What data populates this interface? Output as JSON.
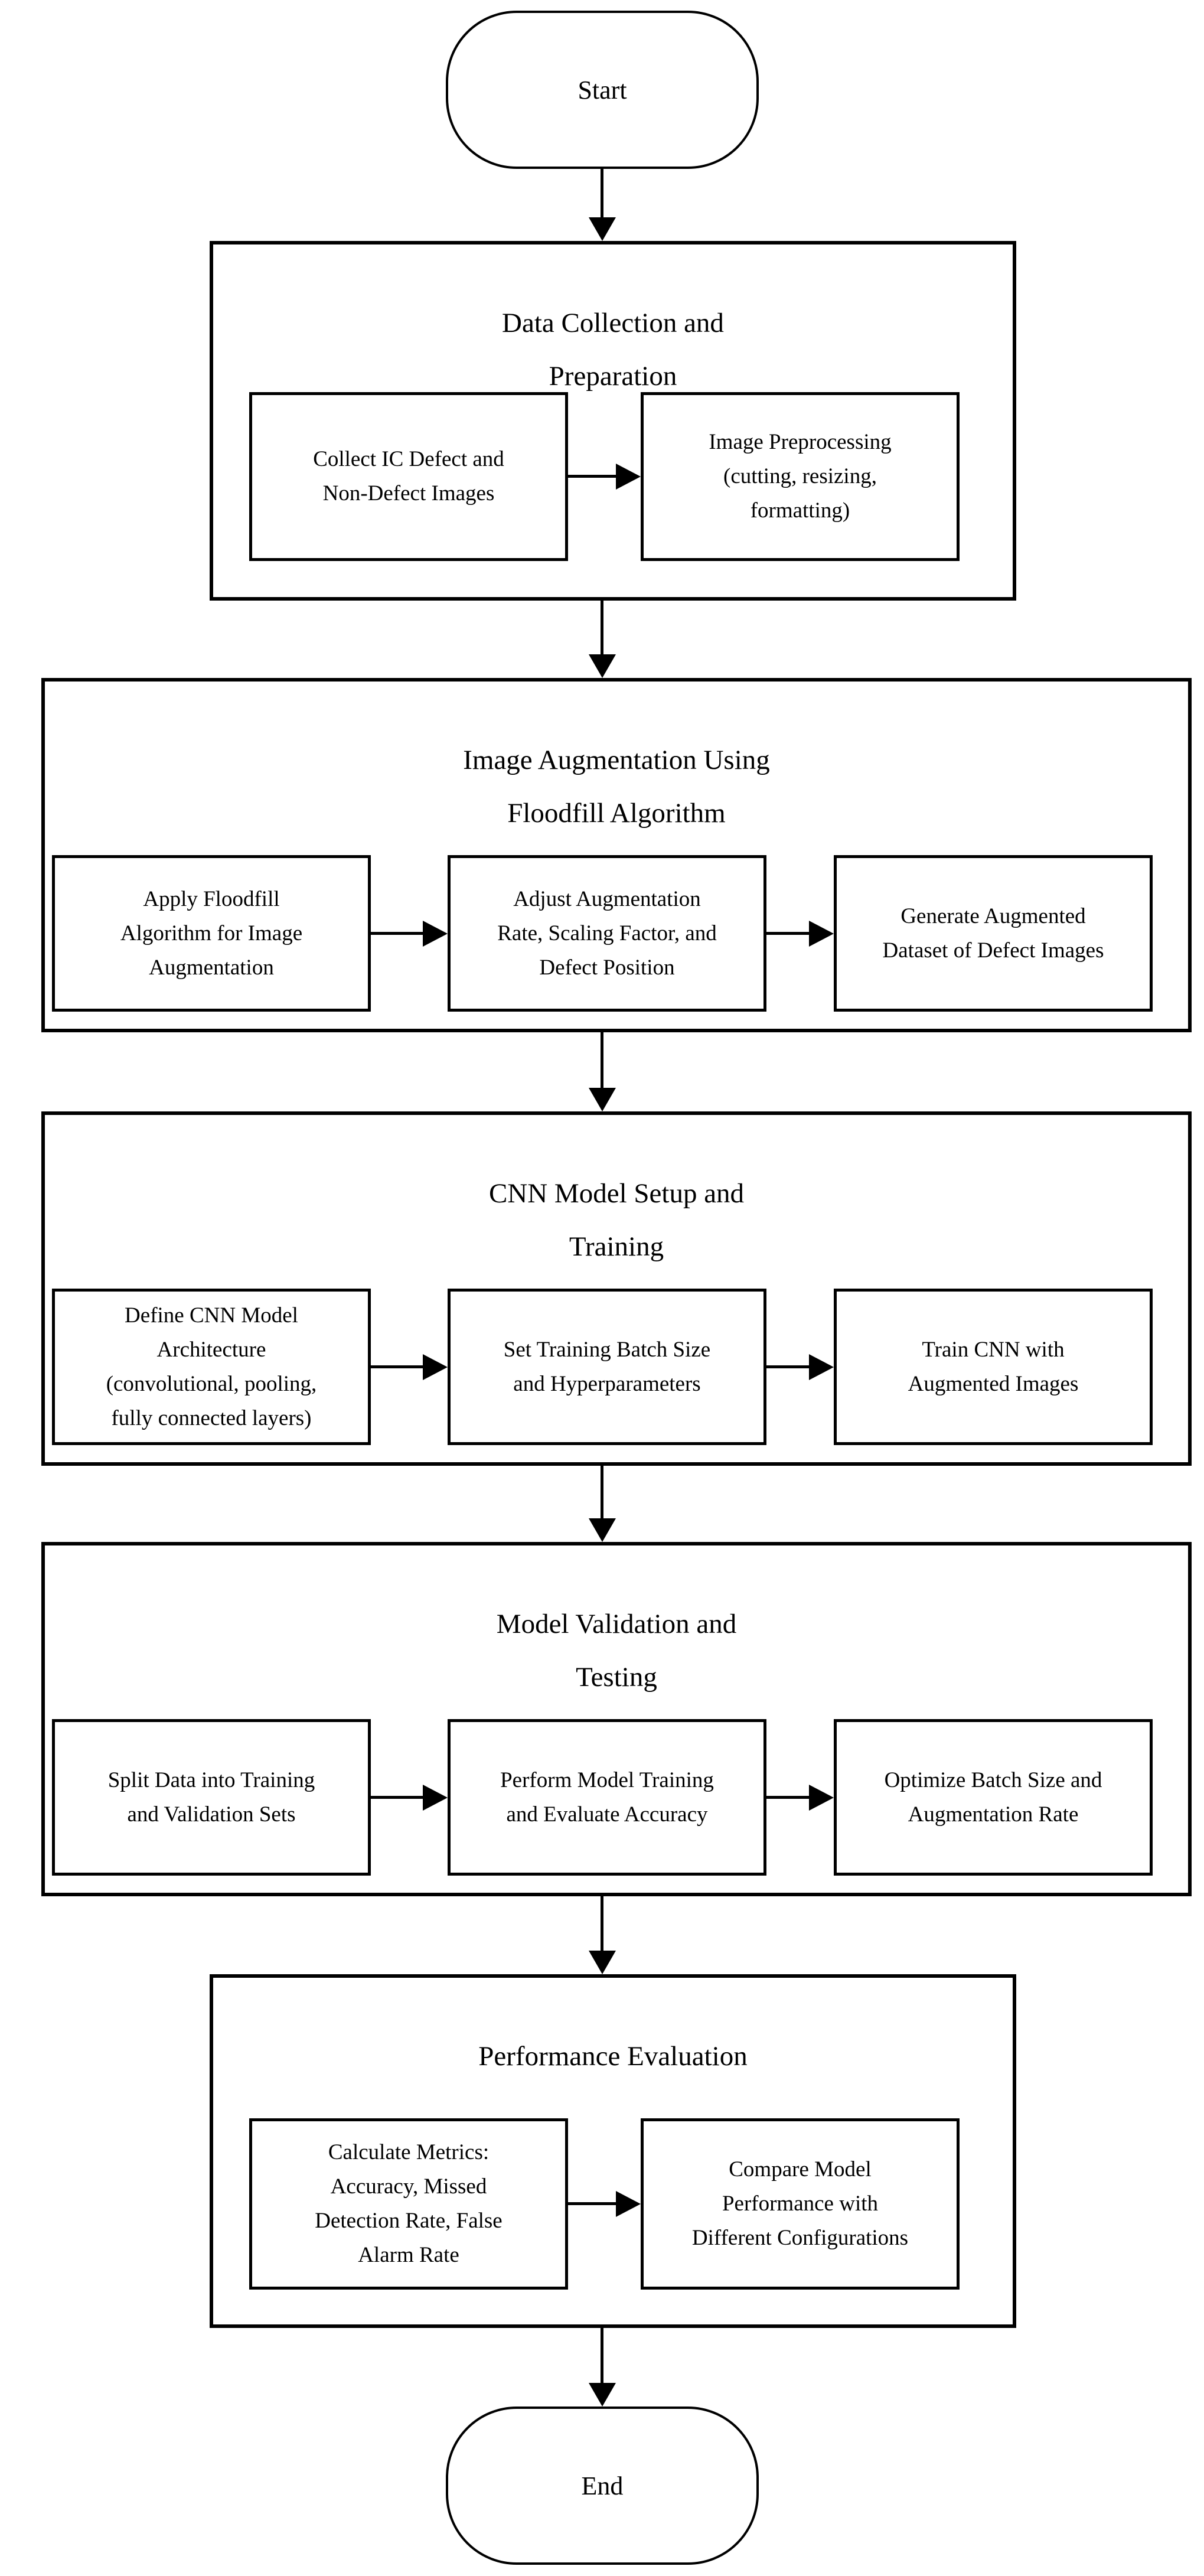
{
  "colors": {
    "line": "#000000",
    "background": "#ffffff"
  },
  "icons": {
    "arrow_down": "css-triangle-down",
    "arrow_right": "css-triangle-right"
  },
  "start": {
    "label": "Start"
  },
  "end": {
    "label": "End"
  },
  "sections": [
    {
      "title": "Data Collection and\nPreparation",
      "boxes": [
        "Collect IC Defect and\nNon-Defect Images",
        "Image Preprocessing\n(cutting, resizing,\nformatting)"
      ]
    },
    {
      "title": "Image Augmentation Using\nFloodfill Algorithm",
      "boxes": [
        "Apply Floodfill\nAlgorithm for Image\nAugmentation",
        "Adjust Augmentation\nRate, Scaling Factor, and\nDefect Position",
        "Generate Augmented\nDataset of Defect Images"
      ]
    },
    {
      "title": "CNN Model Setup and\nTraining",
      "boxes": [
        "Define CNN Model\nArchitecture\n(convolutional, pooling,\nfully connected layers)",
        "Set Training Batch Size\nand Hyperparameters",
        "Train CNN with\nAugmented Images"
      ]
    },
    {
      "title": "Model Validation and\nTesting",
      "boxes": [
        "Split Data into Training\nand Validation Sets",
        "Perform Model Training\nand Evaluate Accuracy",
        "Optimize Batch Size and\nAugmentation Rate"
      ]
    },
    {
      "title": "Performance Evaluation",
      "boxes": [
        "Calculate Metrics:\nAccuracy, Missed\nDetection Rate, False\nAlarm Rate",
        "Compare Model\nPerformance with\nDifferent Configurations"
      ]
    }
  ]
}
